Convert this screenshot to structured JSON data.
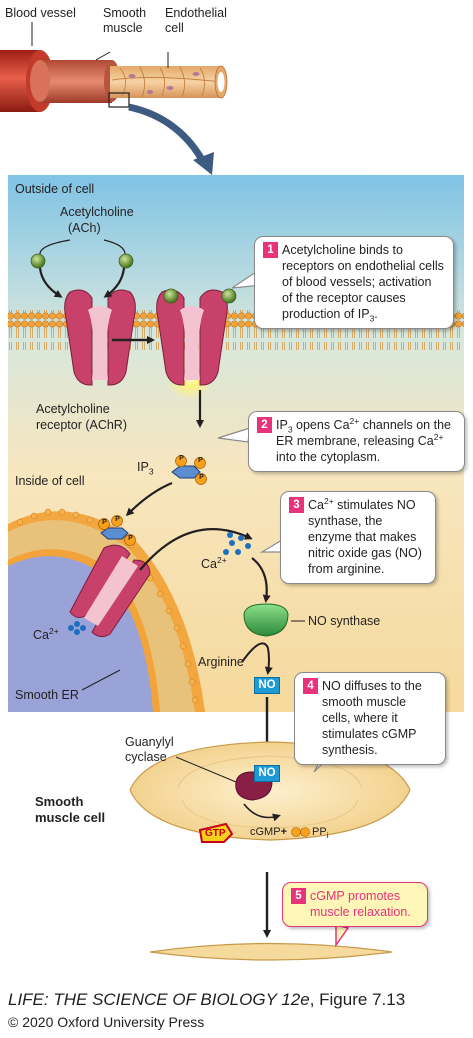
{
  "top_labels": {
    "blood_vessel": "Blood vessel",
    "smooth_muscle_line1": "Smooth",
    "smooth_muscle_line2": "muscle",
    "endothelial_line1": "Endothelial",
    "endothelial_line2": "cell"
  },
  "cell_labels": {
    "outside": "Outside of cell",
    "inside": "Inside of cell",
    "ach_line1": "Acetylcholine",
    "ach_line2": "(ACh)",
    "achr_line1": "Acetylcholine",
    "achr_line2": "receptor (AChR)",
    "ip3_main": "IP",
    "ip3_sub": "3",
    "phosphate": "P",
    "ca_top_main": "Ca",
    "ca_top_sup": "2+",
    "ca_left_main": "Ca",
    "ca_left_sup": "2+",
    "no_synthase": "NO synthase",
    "arginine": "Arginine",
    "no_box_1": "NO",
    "smooth_er": "Smooth ER"
  },
  "muscle_labels": {
    "guanylyl_line1": "Guanylyl",
    "guanylyl_line2": "cyclase",
    "no_box_2": "NO",
    "smooth_muscle_cell_line1": "Smooth",
    "smooth_muscle_cell_line2": "muscle cell",
    "gtp": "GTP",
    "cgmp": "cGMP",
    "plus": "+",
    "ppi_main": "PP",
    "ppi_sub": "i"
  },
  "callouts": {
    "c1": {
      "number": "1",
      "text_a": "Acetylcholine binds to receptors on endothelial cells of blood vessels; activation of the receptor causes production of IP",
      "text_sub": "3",
      "text_b": "."
    },
    "c2": {
      "number": "2",
      "p1": "IP",
      "p1_sub": "3",
      "p2": " opens Ca",
      "p2_sup": "2+",
      "p3": " channels on the ER membrane, releasing Ca",
      "p3_sup": "2+",
      "p4": " into the cytoplasm."
    },
    "c3": {
      "number": "3",
      "p1": "Ca",
      "p1_sup": "2+",
      "p2": " stimulates NO synthase, the enzyme that makes nitric oxide gas (NO) from arginine."
    },
    "c4": {
      "number": "4",
      "text": "NO diffuses to the smooth muscle cells, where it stimulates cGMP synthesis."
    },
    "c5": {
      "number": "5",
      "text": "cGMP promotes muscle relaxation."
    }
  },
  "credit": {
    "title": "LIFE: THE SCIENCE OF BIOLOGY 12e",
    "figure": ", Figure 7.13",
    "copyright": "© 2020 Oxford University Press"
  },
  "colors": {
    "callout_number": "#e8327c",
    "no_box": "#1e9ad6",
    "membrane": "#f2a33a",
    "receptor": "#c8416a",
    "er": "#9aa3d8",
    "muscle_cell": "#f7e2b0",
    "outside_bg": "#8cc8e6",
    "inside_bg": "#f8dfa8"
  }
}
